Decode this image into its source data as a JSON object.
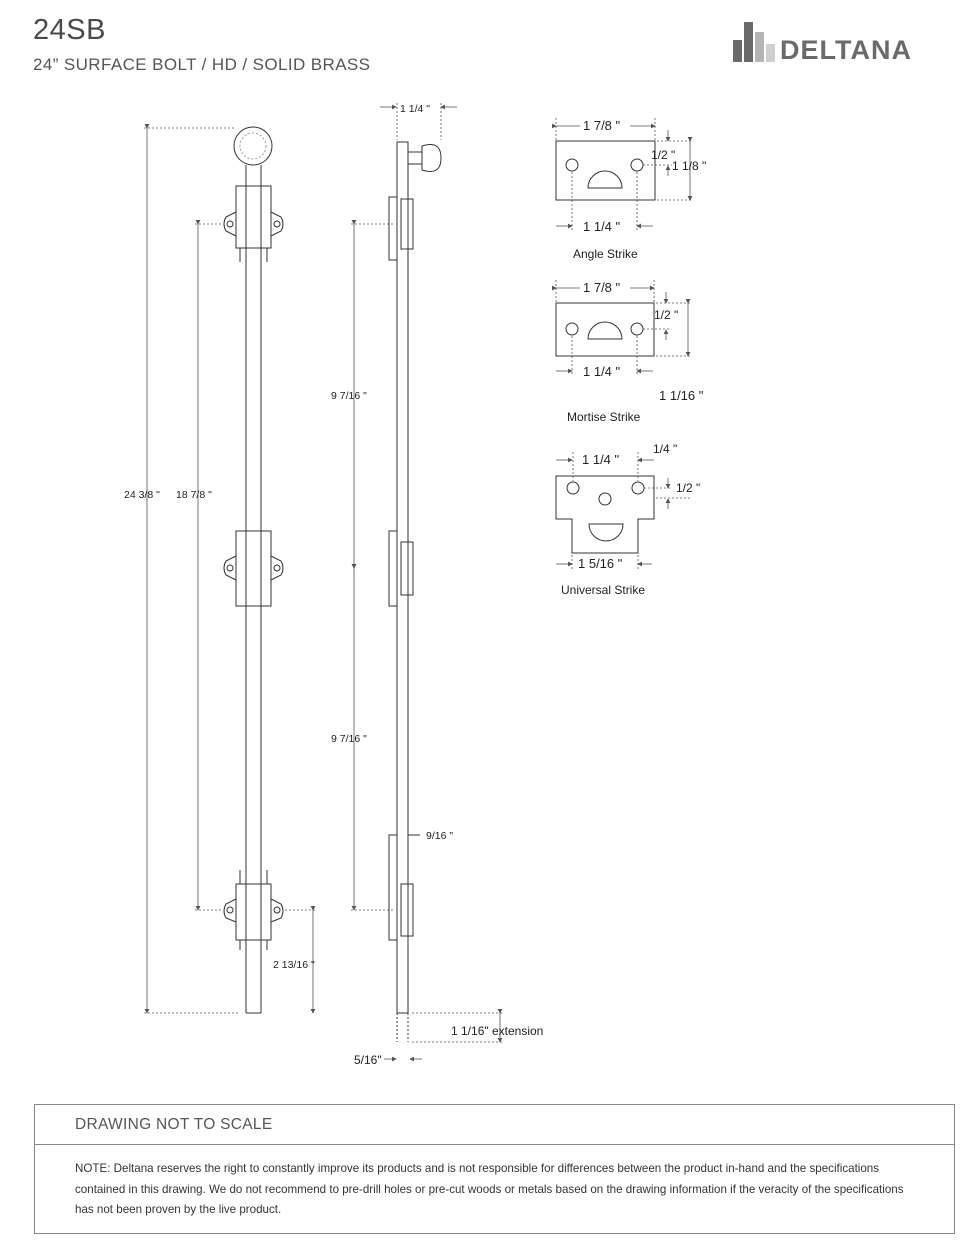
{
  "header": {
    "title": "24SB",
    "subtitle": "24” SURFACE BOLT / HD / SOLID BRASS",
    "logo_text": "DELTANA"
  },
  "dimensions": {
    "top_offset": "1 1/4 \"",
    "overall_length": "24 3/8 \"",
    "mount_span": "18 7/8 \"",
    "upper_spacing": "9  7/16 \"",
    "lower_spacing": "9  7/16 \"",
    "plate_width": "9/16 \"",
    "bottom_offset": "2 13/16 \"",
    "extension": "1 1/16\" extension",
    "rod_diameter": "5/16\""
  },
  "strikes": {
    "angle": {
      "name": "Angle Strike",
      "width": "1 7/8 \"",
      "hole_spacing": "1 1/4 \"",
      "height": "1 1/8 \"",
      "offset": "1/2 \""
    },
    "mortise": {
      "name": "Mortise Strike",
      "width": "1 7/8 \"",
      "hole_spacing": "1 1/4 \"",
      "height": "1  1/16 \"",
      "offset": "1/2 \""
    },
    "universal": {
      "name": "Universal Strike",
      "hole_spacing": "1 1/4 \"",
      "width": "1  5/16 \"",
      "tab": "1/4 \"",
      "offset": "1/2 \""
    }
  },
  "footer": {
    "heading": "DRAWING NOT TO SCALE",
    "note": "NOTE: Deltana reserves the right to constantly improve its products and is not responsible for differences between the product in-hand and the specifications contained in this drawing. We do not recommend to pre-drill holes or pre-cut woods or metals based on the drawing information if the veracity of the specifications has not been proven by the live product."
  },
  "colors": {
    "line": "#333333",
    "dim": "#555555",
    "logo": "#6a6a6a"
  }
}
